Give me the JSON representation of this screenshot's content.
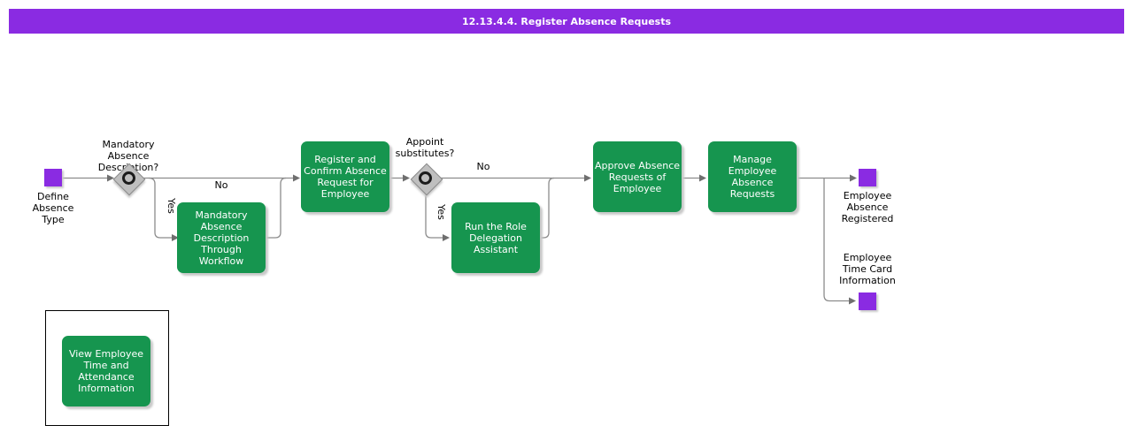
{
  "title": "12.13.4.4. Register Absence Requests",
  "colors": {
    "header_bg": "#8A2BE2",
    "task_bg": "#16954F",
    "event_bg": "#8A2BE2",
    "connector": "#8C8C8C",
    "arrowhead": "#6F6F6F",
    "gw_fill": "#BFBFBF",
    "gw_border": "#8A8A8A",
    "shadow": "#C9C9C9"
  },
  "events": {
    "start": {
      "label": "Define\nAbsence\nType"
    },
    "end_registered": {
      "label": "Employee\nAbsence\nRegistered"
    },
    "end_timecard": {
      "label": "Employee\nTime Card\nInformation"
    }
  },
  "gateways": {
    "mandatory_description": {
      "question": "Mandatory\nAbsence\nDescription?",
      "yes_label": "Yes",
      "no_label": "No"
    },
    "appoint_substitutes": {
      "question": "Appoint\nsubstitutes?",
      "yes_label": "Yes",
      "no_label": "No"
    }
  },
  "tasks": {
    "register_confirm": {
      "label": "Register and\nConfirm Absence\nRequest for\nEmployee"
    },
    "mandatory_workflow": {
      "label": "Mandatory\nAbsence\nDescription\nThrough\nWorkflow"
    },
    "run_role_delegation": {
      "label": "Run the Role\nDelegation\nAssistant"
    },
    "approve_requests": {
      "label": "Approve Absence\nRequests of\nEmployee"
    },
    "manage_requests": {
      "label": "Manage\nEmployee\nAbsence\nRequests"
    },
    "view_time_attendance": {
      "label": "View Employee\nTime and\nAttendance\nInformation"
    }
  }
}
